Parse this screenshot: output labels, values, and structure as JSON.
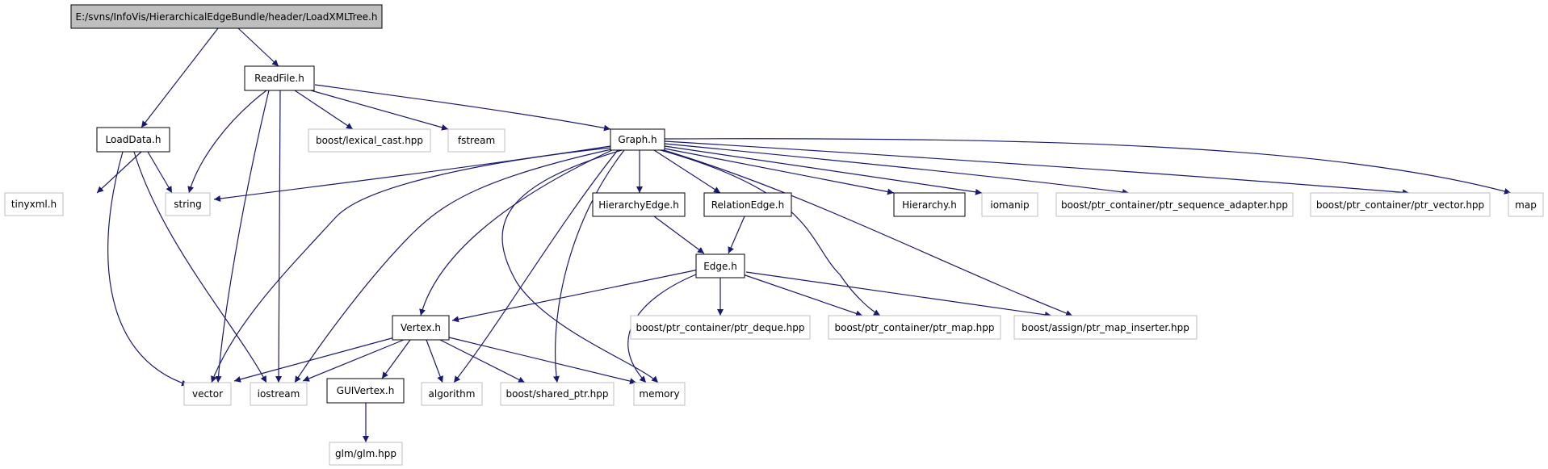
{
  "colors": {
    "edge": "#191970",
    "root_fill": "#bfbfbf",
    "doc_border": "#000000",
    "ext_border": "#bfbfbf"
  },
  "nodes": {
    "root": "E:/svns/InfoVis/HierarchicalEdgeBundle/header/LoadXMLTree.h",
    "readfile": "ReadFile.h",
    "loaddata": "LoadData.h",
    "lexical": "boost/lexical_cast.hpp",
    "fstream": "fstream",
    "graph": "Graph.h",
    "tinyxml": "tinyxml.h",
    "string": "string",
    "hierarchyedge": "HierarchyEdge.h",
    "relationedge": "RelationEdge.h",
    "hierarchy": "Hierarchy.h",
    "iomanip": "iomanip",
    "ptrseq": "boost/ptr_container/ptr_sequence_adapter.hpp",
    "ptrvector": "boost/ptr_container/ptr_vector.hpp",
    "map": "map",
    "edge": "Edge.h",
    "vertex": "Vertex.h",
    "ptrdeque": "boost/ptr_container/ptr_deque.hpp",
    "ptrmap": "boost/ptr_container/ptr_map.hpp",
    "ptrmapins": "boost/assign/ptr_map_inserter.hpp",
    "vector": "vector",
    "iostream": "iostream",
    "guivertex": "GUIVertex.h",
    "algorithm": "algorithm",
    "sharedptr": "boost/shared_ptr.hpp",
    "memory": "memory",
    "glm": "glm/glm.hpp"
  }
}
